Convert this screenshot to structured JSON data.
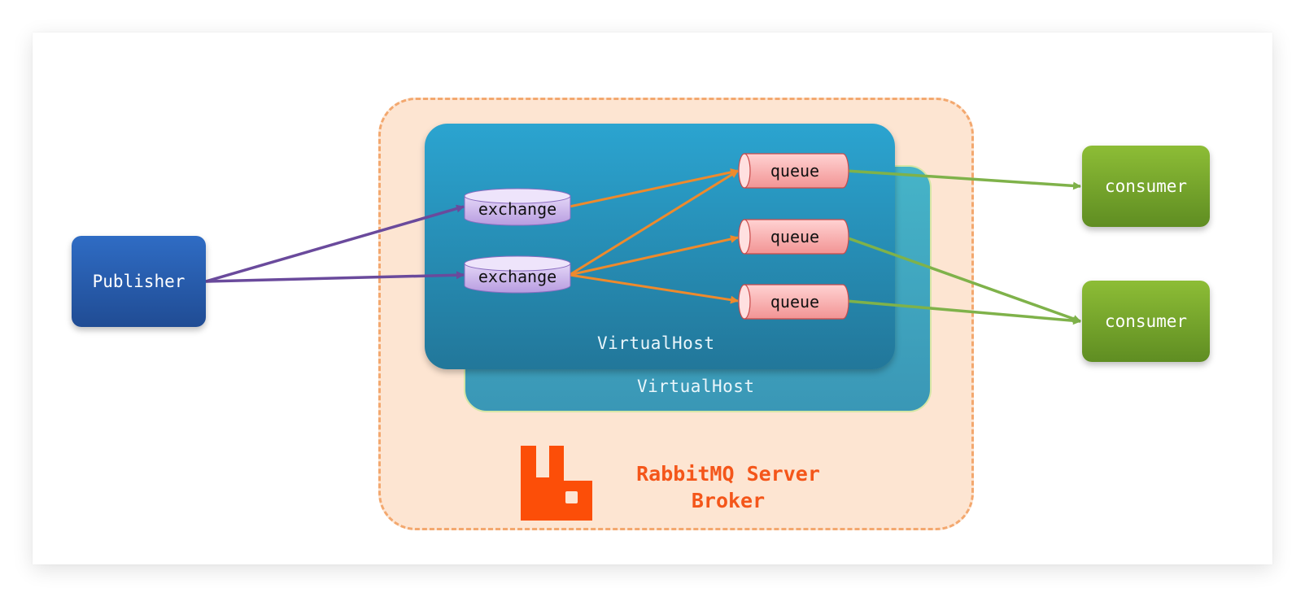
{
  "publisher": {
    "label": "Publisher"
  },
  "broker": {
    "line1": "RabbitMQ Server",
    "line2": "Broker",
    "logo": "rabbitmq-logo"
  },
  "virtual_hosts": [
    {
      "label": "VirtualHost"
    },
    {
      "label": "VirtualHost"
    }
  ],
  "exchanges": [
    {
      "label": "exchange"
    },
    {
      "label": "exchange"
    }
  ],
  "queues": [
    {
      "label": "queue"
    },
    {
      "label": "queue"
    },
    {
      "label": "queue"
    }
  ],
  "consumers": [
    {
      "label": "consumer"
    },
    {
      "label": "consumer"
    }
  ],
  "colors": {
    "publisher_to_exchange": "#6a4a9c",
    "exchange_to_queue": "#ee8a2c",
    "queue_to_consumer": "#7fb24a",
    "broker_fill": "#fde5d2",
    "broker_border": "#f3a86f",
    "rabbitmq_orange": "#fc4e08"
  }
}
